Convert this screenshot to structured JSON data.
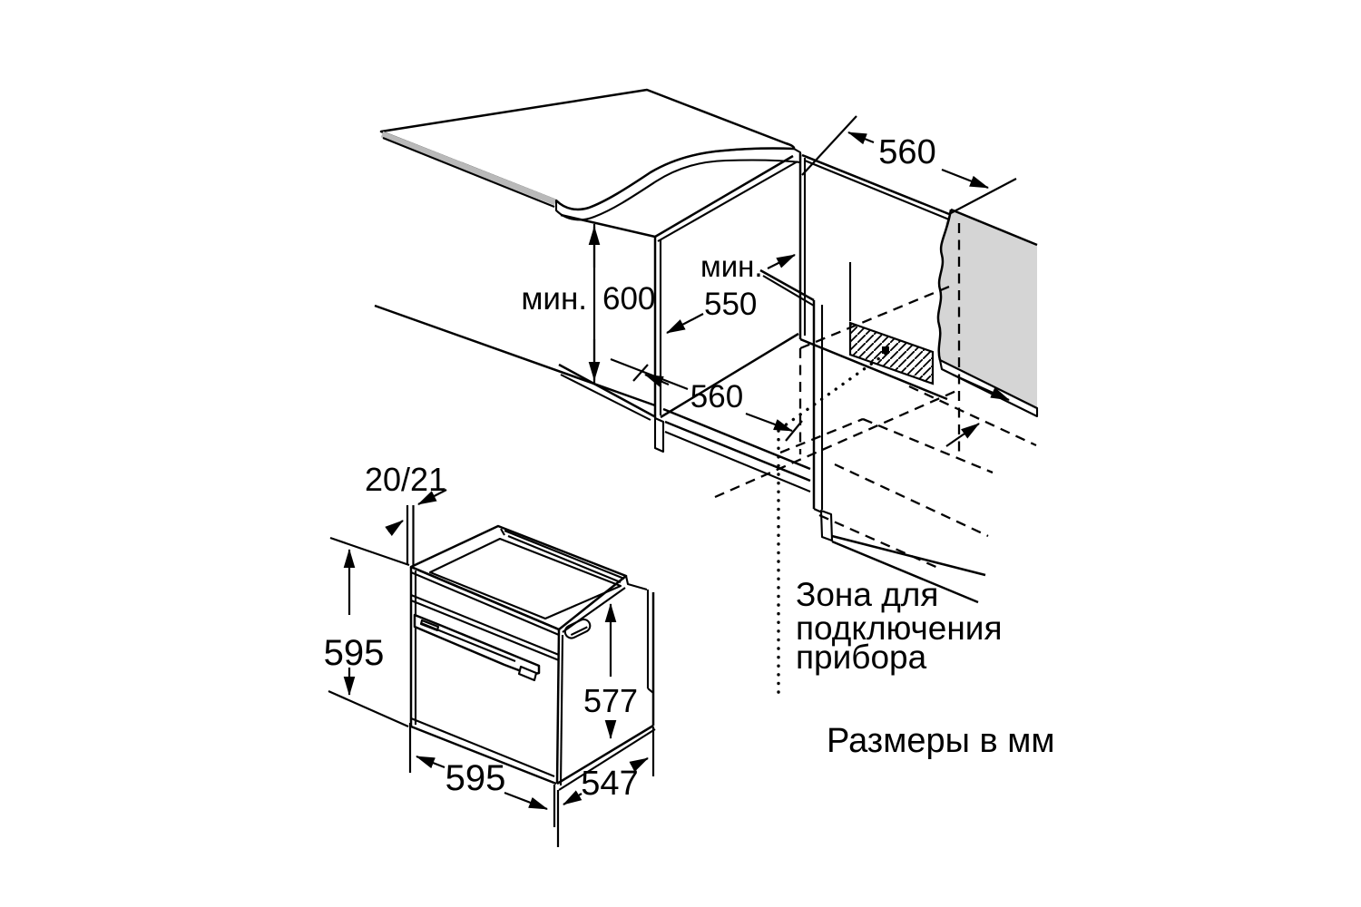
{
  "diagram": {
    "units_note": "Размеры в мм",
    "connection_zone_note": {
      "line1": "Зона для",
      "line2": "подключения",
      "line3": "прибора"
    },
    "dimensions": {
      "niche_depth_top": "560",
      "niche_height_min_prefix": "мин.",
      "niche_height_min_value": "600",
      "niche_width_min_prefix": "мин.",
      "niche_width_min_value": "550",
      "niche_floor_depth": "560",
      "facade_gap": "20/21",
      "oven_front_height": "595",
      "oven_front_width": "595",
      "oven_body_depth": "547",
      "oven_body_height": "577"
    },
    "colors": {
      "background": "#ffffff",
      "surface": "#d5d5d5",
      "edge": "#b9b9b9",
      "plinth": "#a9a9a9",
      "ink": "#000000"
    }
  }
}
